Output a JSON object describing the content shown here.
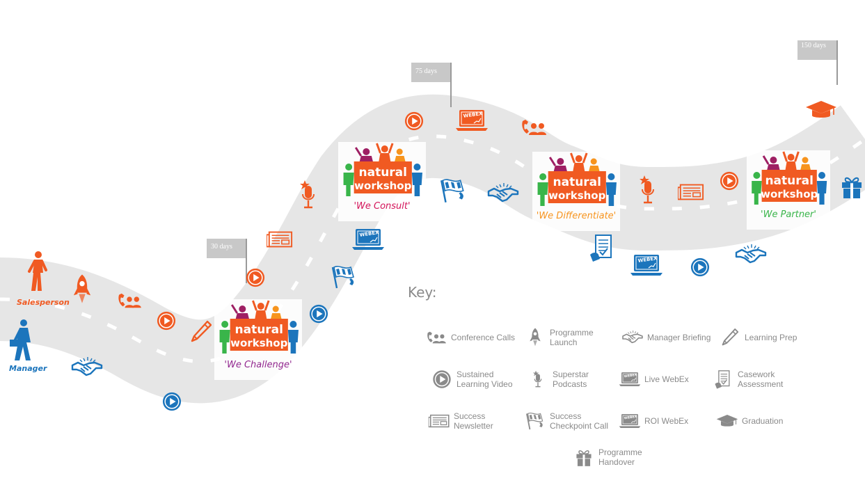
{
  "roles": {
    "salesperson": "Salesperson",
    "manager": "Manager"
  },
  "milestones": [
    {
      "label": "30 days"
    },
    {
      "label": "75 days"
    },
    {
      "label": "150 days"
    }
  ],
  "workshop": {
    "line1": "natural",
    "line2": "workshop"
  },
  "taglines": [
    "'We Challenge'",
    "'We Consult'",
    "'We Differentiate'",
    "'We Partner'"
  ],
  "key": {
    "title": "Key:",
    "items": [
      {
        "label": "Conference Calls",
        "icon": "conference-call-icon"
      },
      {
        "label": "Programme\nLaunch",
        "icon": "rocket-icon"
      },
      {
        "label": "Manager Briefing",
        "icon": "handshake-icon"
      },
      {
        "label": "Learning Prep",
        "icon": "pencil-icon"
      },
      {
        "label": "Sustained\nLearning Video",
        "icon": "play-icon"
      },
      {
        "label": "Superstar\nPodcasts",
        "icon": "microphone-icon"
      },
      {
        "label": "Live WebEx",
        "icon": "webex-laptop-icon"
      },
      {
        "label": "Casework\nAssessment",
        "icon": "clipboard-icon"
      },
      {
        "label": "Success\nNewsletter",
        "icon": "newsletter-icon"
      },
      {
        "label": "Success\nCheckpoint Call",
        "icon": "checkered-flag-icon"
      },
      {
        "label": "ROI WebEx",
        "icon": "webex-laptop-icon"
      },
      {
        "label": "Graduation",
        "icon": "graduation-cap-icon"
      },
      {
        "label": "Programme\nHandover",
        "icon": "gift-icon"
      }
    ]
  },
  "colors": {
    "orange": "#F05A22",
    "blue": "#1C75BC",
    "road": "#E6E6E6",
    "grey": "#8A8A8A",
    "challenge": "#92278F",
    "consult": "#D4145A",
    "differentiate": "#F7941D",
    "partner": "#39B54A"
  },
  "webex_label": "WEBEX"
}
